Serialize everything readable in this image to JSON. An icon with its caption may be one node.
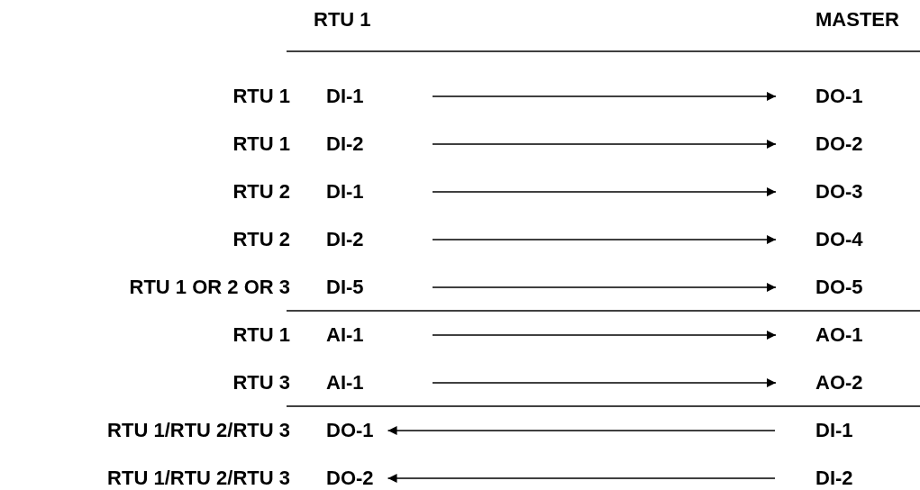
{
  "diagram": {
    "nodes": [
      {
        "text": [
          "DI-1"
        ],
        "beside": [
          "RTU 1"
        ]
      },
      {
        "text": [
          "DO-1"
        ]
      },
      {
        "text": [
          "DI-2"
        ],
        "beside": [
          "RTU 1"
        ]
      },
      {
        "text": [
          "DO-2"
        ]
      },
      {
        "text": [
          "DI-1"
        ],
        "beside": [
          "RTU 2"
        ]
      },
      {
        "text": [
          "DO-3"
        ]
      },
      {
        "text": [
          "DI-2"
        ],
        "beside": [
          "RTU 2"
        ]
      },
      {
        "text": [
          "DO-4"
        ]
      },
      {
        "text": [
          "DI-5"
        ],
        "beside": [
          "RTU 1 OR 2 OR 3"
        ]
      },
      {
        "text": [
          "DO-5"
        ]
      },
      {
        "text": [
          "AI-1"
        ],
        "beside": [
          "RTU 1"
        ]
      },
      {
        "text": [
          "AO-1"
        ]
      },
      {
        "text": [
          "AI-1"
        ],
        "beside": [
          "RTU 3"
        ]
      },
      {
        "text": [
          "AO-2"
        ]
      },
      {
        "text": [
          "DO-1"
        ],
        "beside": [
          "RTU 1/RTU 2/RTU 3"
        ]
      },
      {
        "text": [
          "DI-1"
        ]
      },
      {
        "text": [
          "DO-2"
        ],
        "beside": [
          "RTU 1/RTU 2/RTU 3"
        ]
      },
      {
        "text": [
          "DI-2"
        ]
      }
    ],
    "edges": [
      {
        "from": 0,
        "to": 1,
        "arrow": "to"
      },
      {
        "from": 2,
        "to": 3,
        "arrow": "to"
      },
      {
        "from": 4,
        "to": 5,
        "arrow": "to"
      },
      {
        "from": 6,
        "to": 7,
        "arrow": "to"
      },
      {
        "from": 8,
        "to": 9,
        "arrow": "to"
      },
      {
        "from": 10,
        "to": 11,
        "arrow": "to"
      },
      {
        "from": 12,
        "to": 13,
        "arrow": "to"
      },
      {
        "from": 15,
        "to": 14,
        "arrow": "to"
      },
      {
        "from": 17,
        "to": 16,
        "arrow": "to"
      }
    ],
    "labels": [
      "RTU 1",
      "MASTER"
    ]
  }
}
